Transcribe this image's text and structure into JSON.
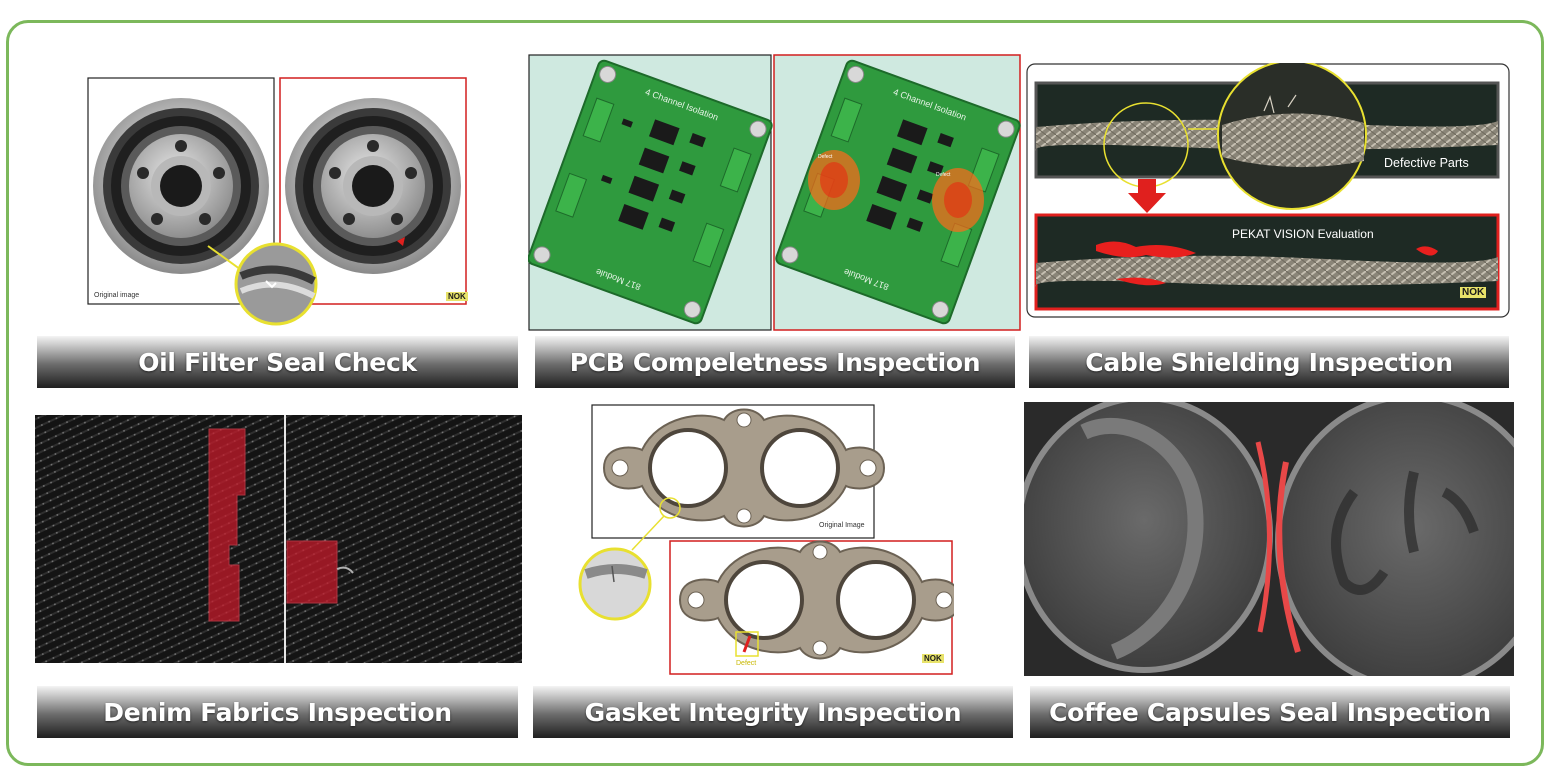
{
  "panels": {
    "oil_filter": {
      "title": "Oil Filter Seal Check",
      "original_label": "Original image",
      "result_badge": "NOK"
    },
    "pcb": {
      "title": "PCB Compeletness Inspection",
      "board_text": "4 Channel Isolation",
      "board_module": "817 Module",
      "defect_label": "Defect"
    },
    "cable": {
      "title": "Cable Shielding Inspection",
      "defective_caption": "Defective Parts",
      "evaluation_caption": "PEKAT VISION Evaluation",
      "result_badge": "NOK"
    },
    "denim": {
      "title": "Denim Fabrics Inspection"
    },
    "gasket": {
      "title": "Gasket Integrity Inspection",
      "original_label": "Original Image",
      "defect_label": "Defect",
      "result_badge": "NOK"
    },
    "coffee": {
      "title": "Coffee Capsules Seal Inspection"
    }
  },
  "colors": {
    "frame_border": "#7cb85b",
    "defect_red": "#e0201e",
    "highlight_yellow": "#e8e030",
    "pcb_green": "#2f9a3e",
    "pcb_background": "#cfe9e0"
  }
}
